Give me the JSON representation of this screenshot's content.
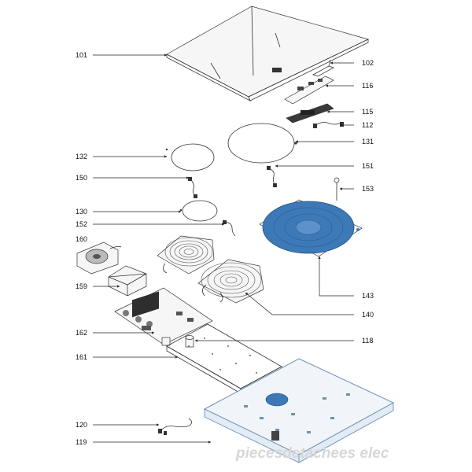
{
  "diagram": {
    "part_labels": {
      "p101": "101",
      "p102": "102",
      "p116": "116",
      "p115": "115",
      "p112": "112",
      "p131": "131",
      "p132": "132",
      "p151": "151",
      "p150": "150",
      "p153": "153",
      "p130": "130",
      "p152": "152",
      "p160": "160",
      "p159": "159",
      "p143": "143",
      "p140": "140",
      "p162": "162",
      "p118": "118",
      "p161": "161",
      "p120": "120",
      "p119": "119"
    },
    "watermark": "piecesdetachees elec"
  }
}
